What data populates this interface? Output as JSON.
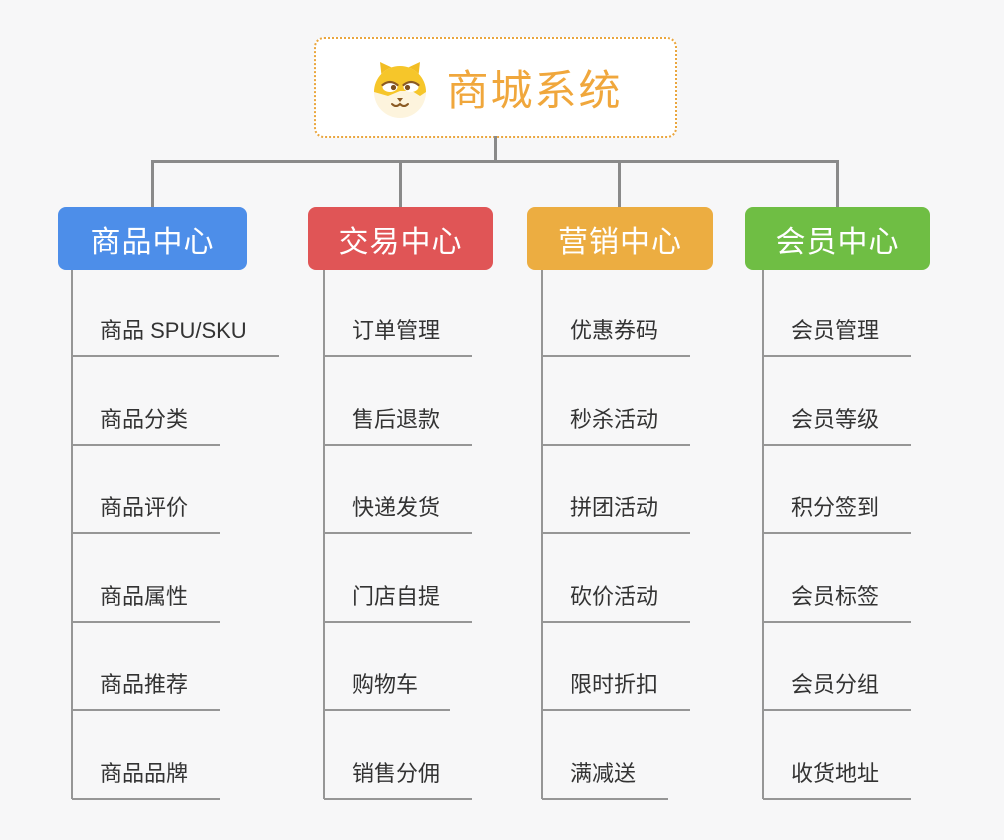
{
  "page": {
    "background_color": "#f7f7f8",
    "connector_color": "#8a8a8a",
    "leaf_line_color": "#969696",
    "leaf_text_color": "#333333"
  },
  "root": {
    "label": "商城系统",
    "icon": "dog-mascot-icon",
    "text_color": "#f0a73c",
    "border_color": "#eaa63e",
    "background": "#ffffff"
  },
  "branches": [
    {
      "label": "商品中心",
      "color": "#4d8ee9",
      "items": [
        "商品 SPU/SKU",
        "商品分类",
        "商品评价",
        "商品属性",
        "商品推荐",
        "商品品牌"
      ]
    },
    {
      "label": "交易中心",
      "color": "#e05556",
      "items": [
        "订单管理",
        "售后退款",
        "快递发货",
        "门店自提",
        "购物车",
        "销售分佣"
      ]
    },
    {
      "label": "营销中心",
      "color": "#ecad41",
      "items": [
        "优惠券码",
        "秒杀活动",
        "拼团活动",
        "砍价活动",
        "限时折扣",
        "满减送"
      ]
    },
    {
      "label": "会员中心",
      "color": "#6fbe44",
      "items": [
        "会员管理",
        "会员等级",
        "积分签到",
        "会员标签",
        "会员分组",
        "收货地址"
      ]
    }
  ]
}
